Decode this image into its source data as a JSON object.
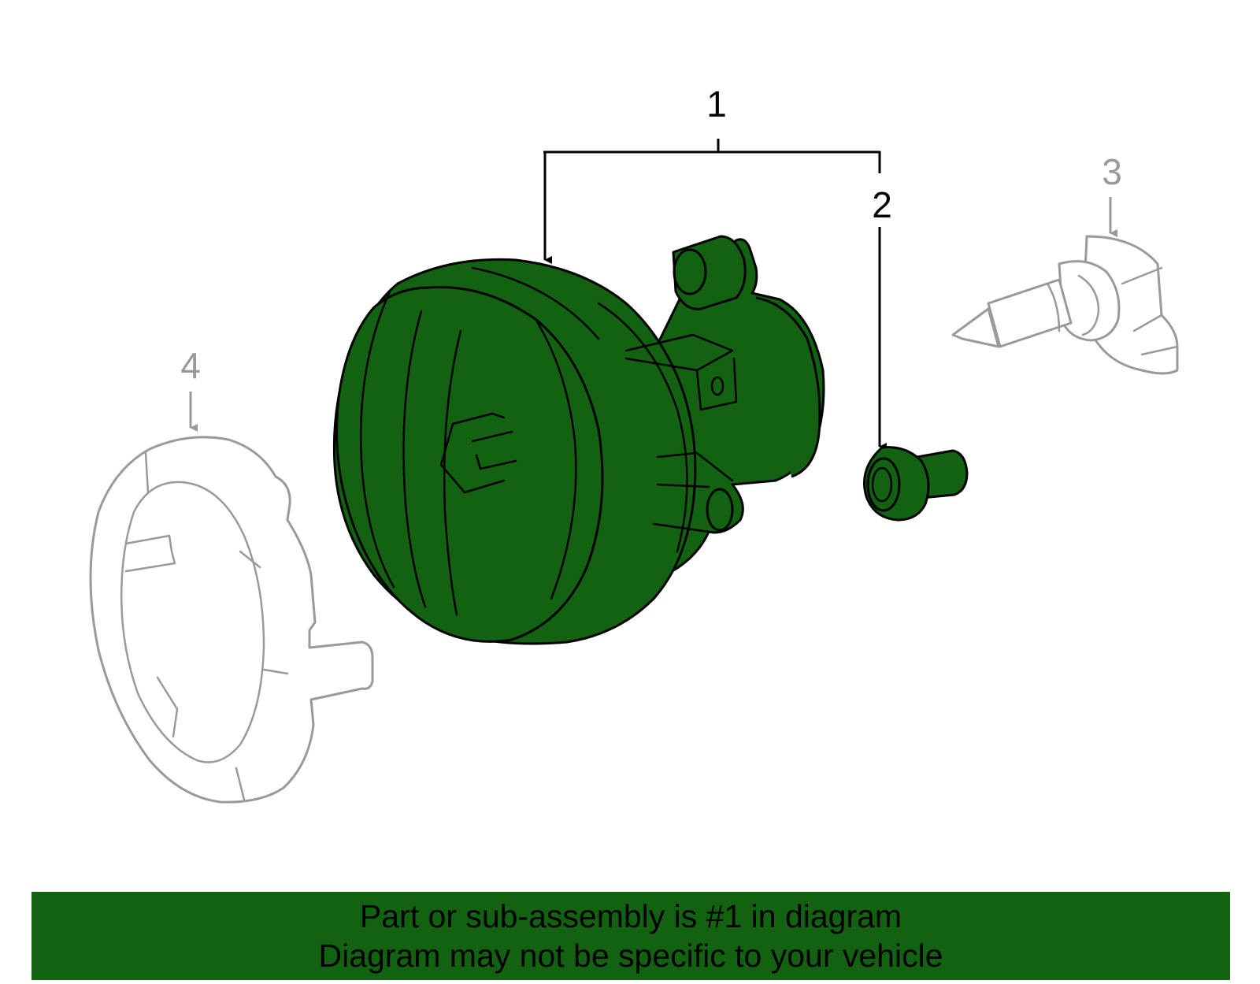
{
  "diagram": {
    "callouts": [
      {
        "id": "1",
        "label": "1"
      },
      {
        "id": "2",
        "label": "2"
      },
      {
        "id": "3",
        "label": "3"
      },
      {
        "id": "4",
        "label": "4"
      }
    ],
    "colors": {
      "highlight": "#126212",
      "outline": "#000000",
      "reference_part": "#999999"
    },
    "highlighted_callout": "1"
  },
  "banner": {
    "line1": "Part or sub-assembly is #1 in diagram",
    "line2": "Diagram may not be specific to your vehicle",
    "background": "#126212"
  }
}
